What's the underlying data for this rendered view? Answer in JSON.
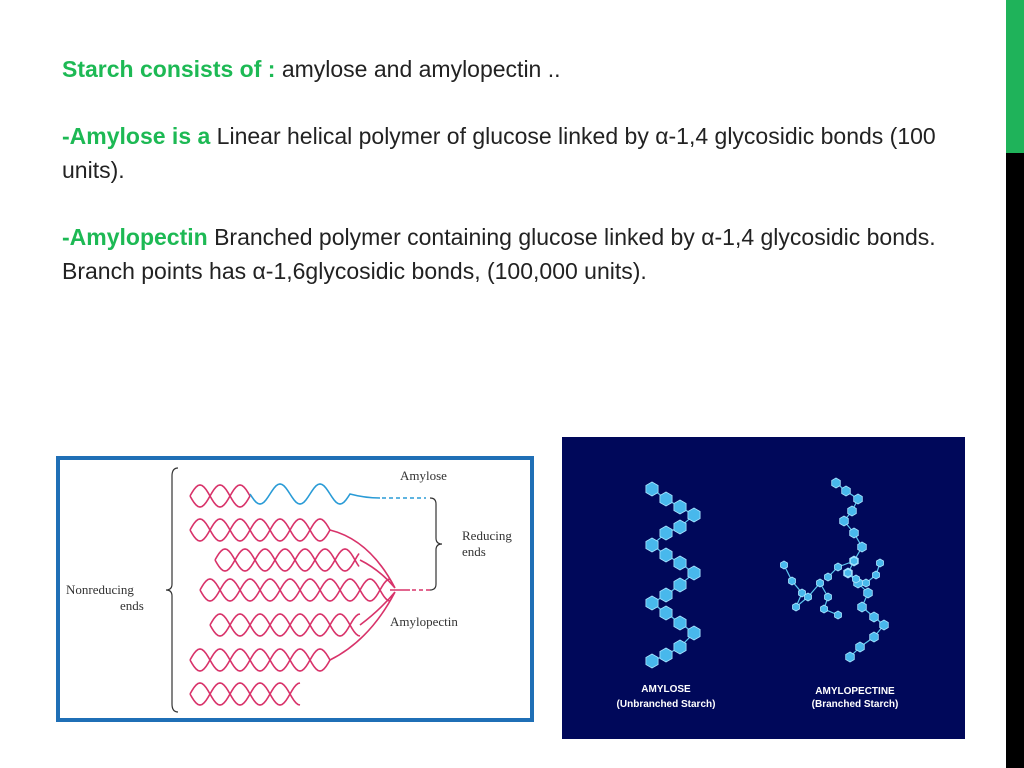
{
  "slide": {
    "line1": {
      "label": "Starch consists of :",
      "text": " amylose and amylopectin .."
    },
    "amylose": {
      "label": "-Amylose is a",
      "text": " Linear  helical polymer of  glucose linked by α-1,4 glycosidic bonds (100 units)."
    },
    "amylopectin": {
      "label": "-Amylopectin",
      "text": " Branched polymer containing  glucose linked by α-1,4 glycosidic bonds. Branch points has  α-1,6glycosidic bonds, (100,000 units)."
    }
  },
  "figure_left": {
    "amylose_label": "Amylose",
    "reducing_line1": "Reducing",
    "reducing_line2": "ends",
    "nonreducing_line1": "Nonreducing",
    "nonreducing_line2": "ends",
    "amylopectin_label": "Amylopectin"
  },
  "figure_right": {
    "amylose_title": "AMYLOSE",
    "amylose_sub": "(Unbranched Starch)",
    "amylopectin_title": "AMYLOPECTINE",
    "amylopectin_sub": "(Branched Starch)"
  },
  "colors": {
    "accent_green": "#1db954",
    "frame_blue": "#1f6fb6",
    "chain_pink": "#d8336a",
    "chain_blue": "#2a9bd6",
    "panel_navy": "#00085a"
  }
}
